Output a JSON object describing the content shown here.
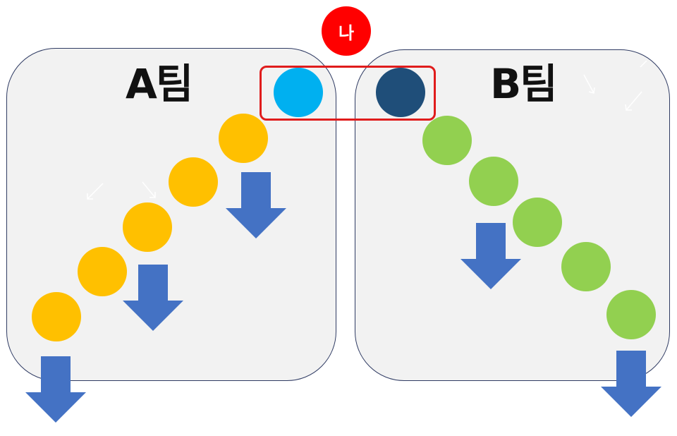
{
  "me_badge": {
    "label": "나",
    "color": "#ff0000"
  },
  "teams": [
    {
      "name": "A팀",
      "panel_color": "#f2f2f2",
      "member_color": "#ffc000",
      "members": 5
    },
    {
      "name": "B팀",
      "panel_color": "#f2f2f2",
      "member_color": "#92d050",
      "members": 5
    }
  ],
  "highlight": {
    "color": "#e01c1c",
    "pair": [
      {
        "team": "A팀",
        "color": "#00b0f0"
      },
      {
        "team": "B팀",
        "color": "#1f4e79"
      }
    ]
  },
  "arrow_color": "#4472c4"
}
